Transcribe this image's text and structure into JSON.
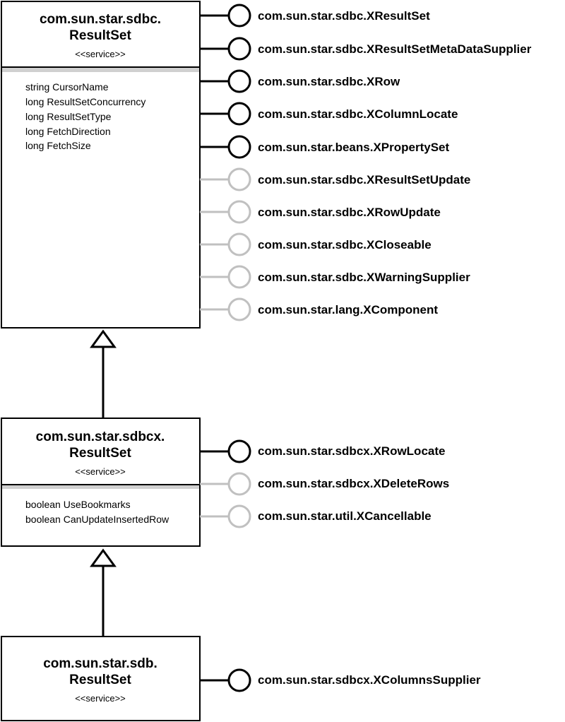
{
  "services": [
    {
      "title_line1": "com.sun.star.sdbc.",
      "title_line2": "ResultSet",
      "stereotype": "<<service>>",
      "attributes": [
        "string CursorName",
        "long ResultSetConcurrency",
        "long ResultSetType",
        "long FetchDirection",
        "long FetchSize"
      ],
      "interfaces": [
        {
          "name": "com.sun.star.sdbc.XResultSet",
          "optional": false
        },
        {
          "name": "com.sun.star.sdbc.XResultSetMetaDataSupplier",
          "optional": false
        },
        {
          "name": "com.sun.star.sdbc.XRow",
          "optional": false
        },
        {
          "name": "com.sun.star.sdbc.XColumnLocate",
          "optional": false
        },
        {
          "name": "com.sun.star.beans.XPropertySet",
          "optional": false
        },
        {
          "name": "com.sun.star.sdbc.XResultSetUpdate",
          "optional": true
        },
        {
          "name": "com.sun.star.sdbc.XRowUpdate",
          "optional": true
        },
        {
          "name": "com.sun.star.sdbc.XCloseable",
          "optional": true
        },
        {
          "name": "com.sun.star.sdbc.XWarningSupplier",
          "optional": true
        },
        {
          "name": "com.sun.star.lang.XComponent",
          "optional": true
        }
      ]
    },
    {
      "title_line1": "com.sun.star.sdbcx.",
      "title_line2": "ResultSet",
      "stereotype": "<<service>>",
      "attributes": [
        "boolean UseBookmarks",
        "boolean CanUpdateInsertedRow"
      ],
      "interfaces": [
        {
          "name": "com.sun.star.sdbcx.XRowLocate",
          "optional": false
        },
        {
          "name": "com.sun.star.sdbcx.XDeleteRows",
          "optional": true
        },
        {
          "name": "com.sun.star.util.XCancellable",
          "optional": true
        }
      ]
    },
    {
      "title_line1": "com.sun.star.sdb.",
      "title_line2": "ResultSet",
      "stereotype": "<<service>>",
      "attributes": [],
      "interfaces": [
        {
          "name": "com.sun.star.sdbcx.XColumnsSupplier",
          "optional": false
        }
      ]
    }
  ],
  "colors": {
    "required": "#000000",
    "optional": "#c0c0c0",
    "separator": "#d0d0d0"
  }
}
